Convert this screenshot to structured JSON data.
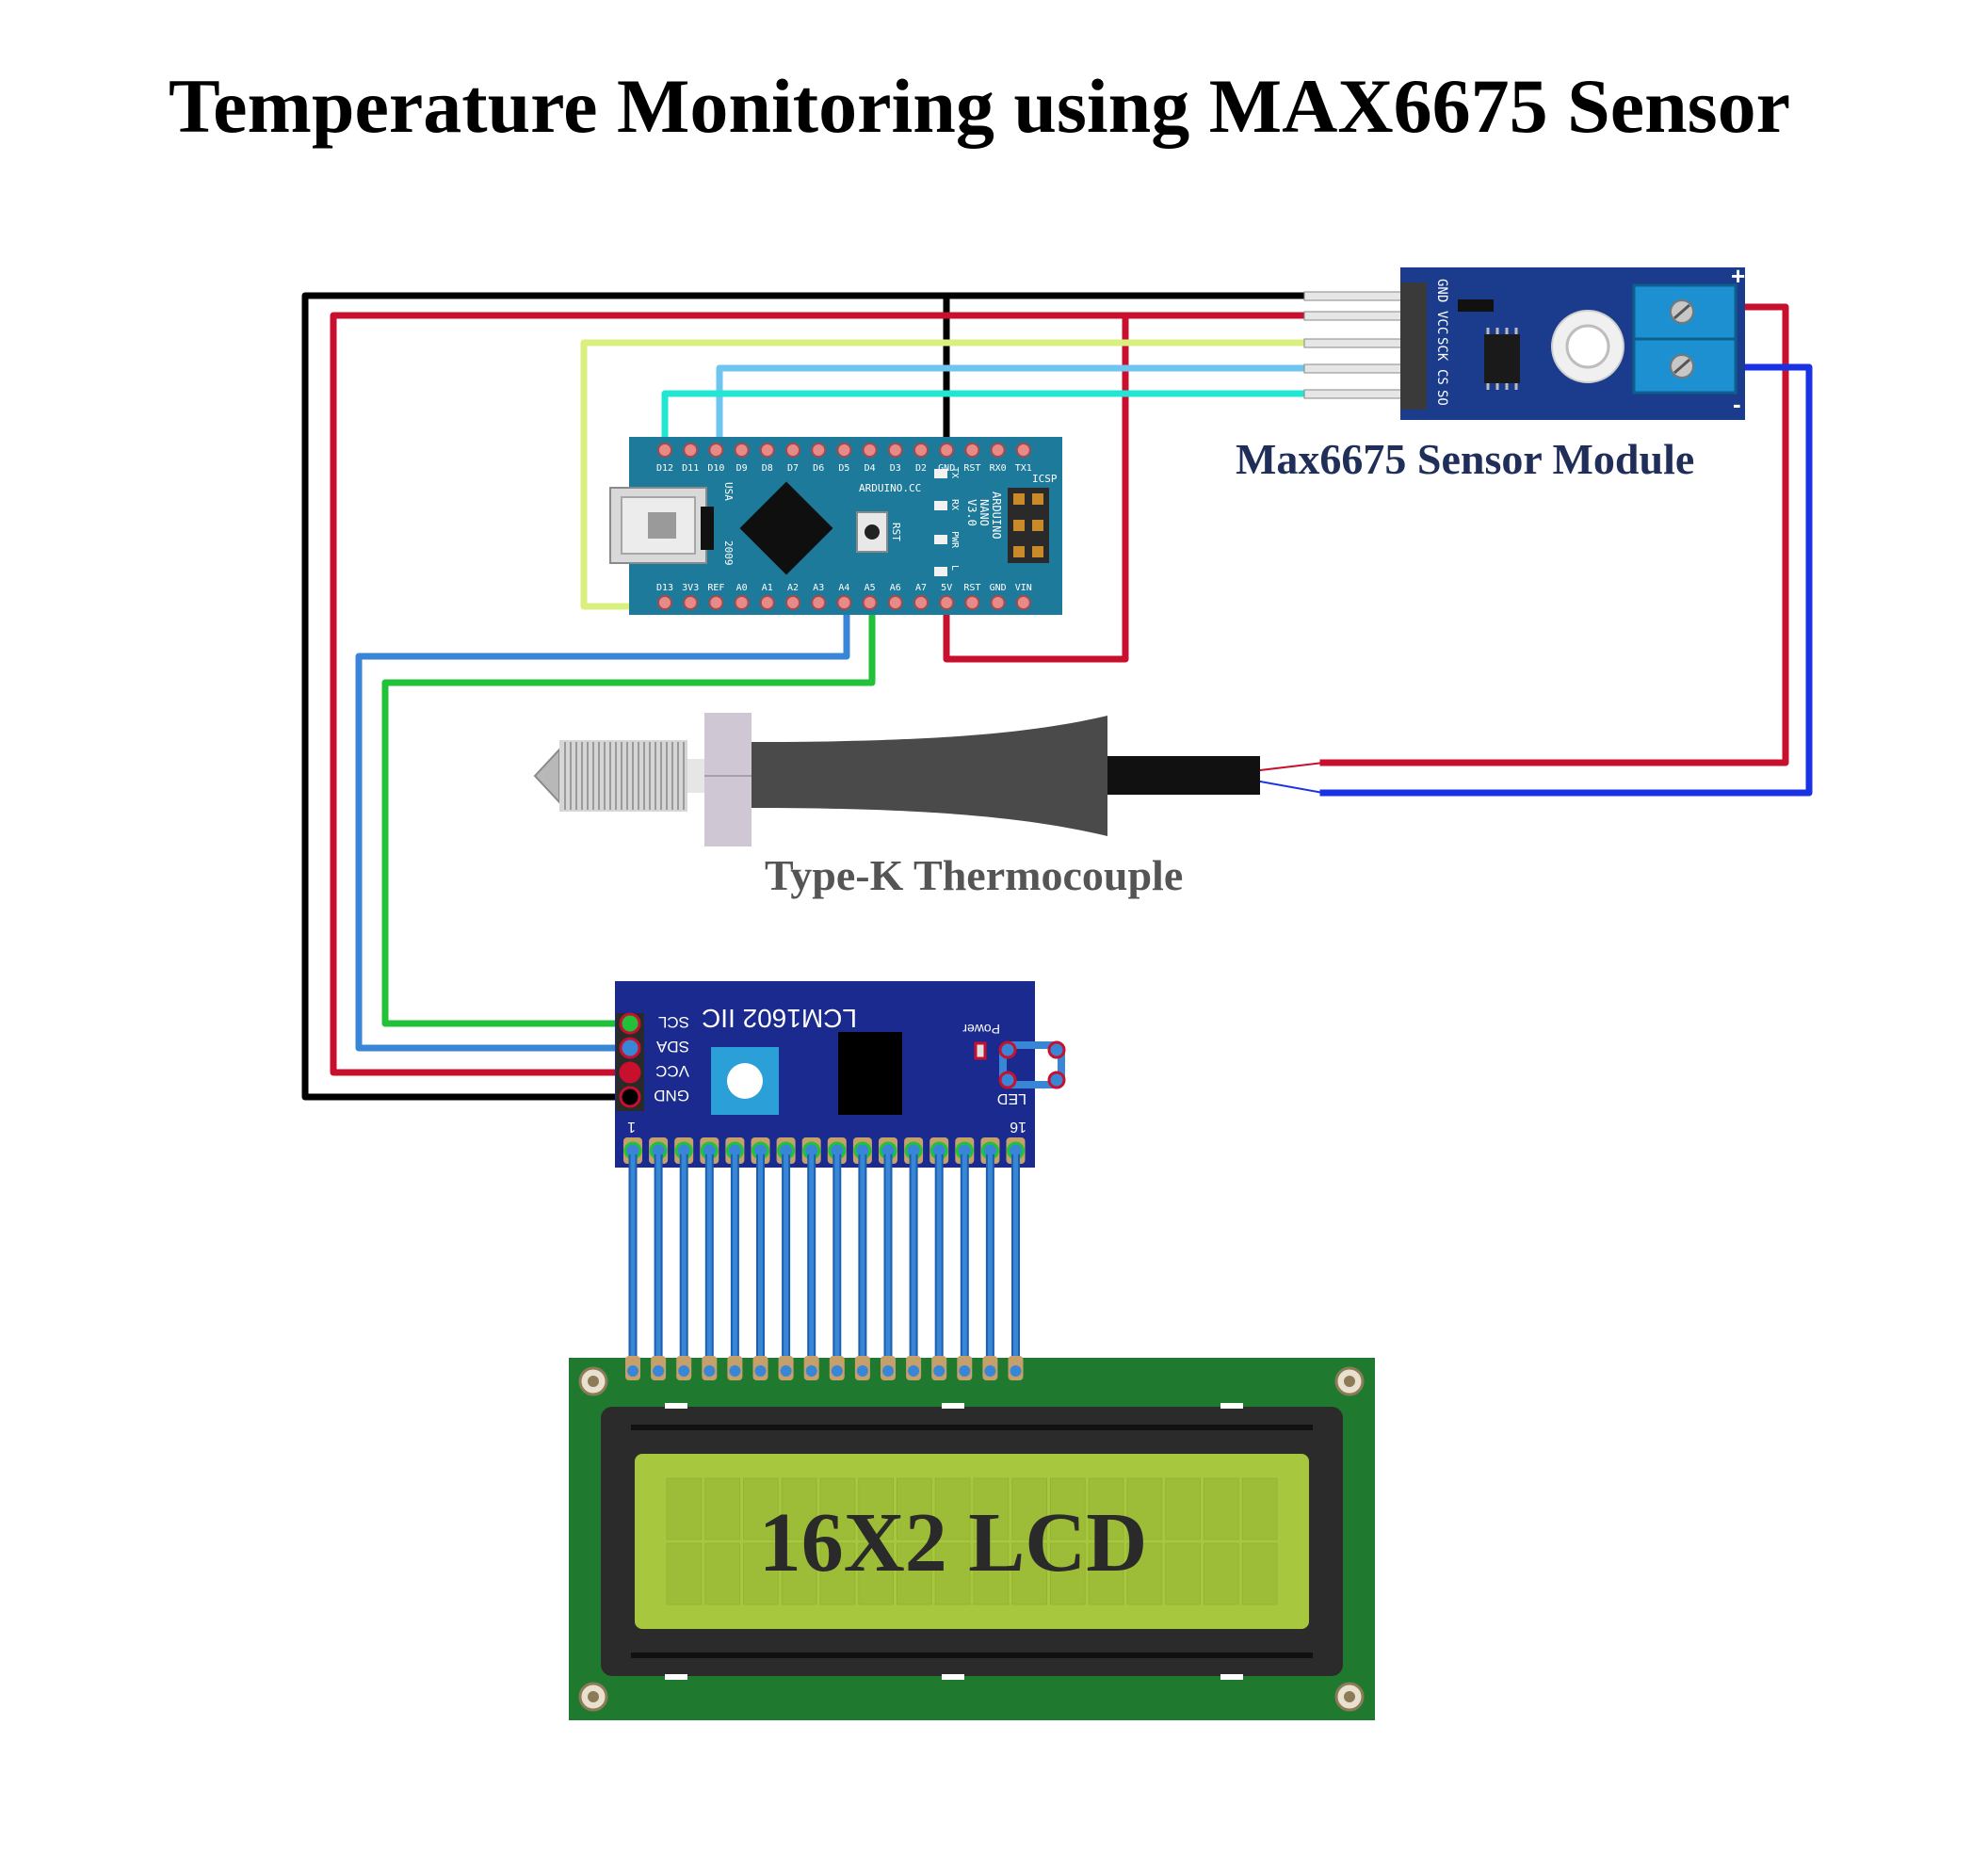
{
  "title": "Temperature Monitoring using MAX6675 Sensor",
  "labels": {
    "max_module": "Max6675 Sensor Module",
    "thermocouple": "Type-K Thermocouple",
    "lcd_text": "16X2 LCD"
  },
  "max6675_pins": [
    "GND",
    "VCC",
    "SCK",
    "CS",
    "SO"
  ],
  "max6675_terminals": {
    "plus": "+",
    "minus": "-"
  },
  "nano": {
    "top_pins": [
      "D12",
      "D11",
      "D10",
      "D9",
      "D8",
      "D7",
      "D6",
      "D5",
      "D4",
      "D3",
      "D2",
      "GND",
      "RST",
      "RX0",
      "TX1"
    ],
    "bottom_pins": [
      "D13",
      "3V3",
      "REF",
      "A0",
      "A1",
      "A2",
      "A3",
      "A4",
      "A5",
      "A6",
      "A7",
      "5V",
      "RST",
      "GND",
      "VIN"
    ],
    "brand": "ARDUINO.CC",
    "model_lines": [
      "ARDUINO",
      "NANO",
      "V3.0"
    ],
    "usa": "USA",
    "year": "2009",
    "icsp": "ICSP",
    "rst_button": "RST",
    "leds": [
      "TX",
      "RX",
      "PWR",
      "L"
    ]
  },
  "i2c_module": {
    "title": "LCM1602 IIC",
    "power": "Power",
    "pins": [
      "SCL",
      "SDA",
      "VCC",
      "GND"
    ],
    "led_label": "LED",
    "pin_first": "1",
    "pin_last": "16"
  },
  "colors": {
    "gnd_wire": "#000000",
    "vcc_wire": "#c8102e",
    "sck_wire": "#d9f07e",
    "cs_wire": "#6ec6f0",
    "so_wire": "#22e6d4",
    "sda_wire": "#3a86d6",
    "scl_wire": "#22c13a",
    "tc_plus": "#c8102e",
    "tc_minus": "#1a32e6",
    "nano_board": "#1e7a9a",
    "module_board": "#1b3b8c",
    "i2c_board": "#1a2a8e",
    "lcd_pcb": "#1f7a30",
    "lcd_screen": "#a6c73e"
  }
}
